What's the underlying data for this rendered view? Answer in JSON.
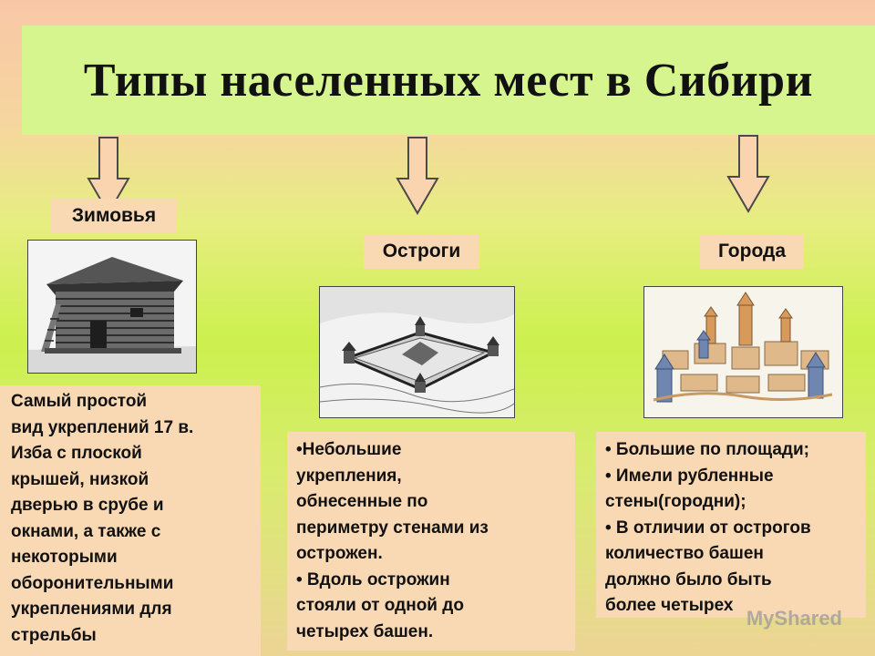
{
  "title": "Типы населенных мест в Сибири",
  "columns": [
    {
      "label": "Зимовья",
      "image_icon": "winter-hut-image",
      "text_lines": [
        "Самый простой",
        "вид укреплений 17 в.",
        "Изба с плоской",
        "крышей, низкой",
        "дверью в срубе и",
        "окнами, а также с",
        "некоторыми",
        "оборонительными",
        "укреплениями для",
        "стрельбы"
      ]
    },
    {
      "label": "Остроги",
      "image_icon": "ostrog-fort-image",
      "text_lines": [
        "•Небольшие",
        "укрепления,",
        "обнесенные по",
        "периметру стенами из",
        "острожен.",
        "• Вдоль острожин",
        "стояли от одной до",
        "четырех башен."
      ]
    },
    {
      "label": "Города",
      "image_icon": "city-image",
      "text_lines": [
        "• Большие по площади;",
        "•  Имели рубленные",
        "стены(городни);",
        "• В отличии от острогов",
        "количество башен",
        "должно было быть",
        "более четырех"
      ]
    }
  ],
  "watermark": "MyShared",
  "colors": {
    "title_box": "#d7f58f",
    "label_box": "#f9d9b4",
    "arrow_fill": "#f9d4ae",
    "arrow_stroke": "#4a4a4a"
  }
}
